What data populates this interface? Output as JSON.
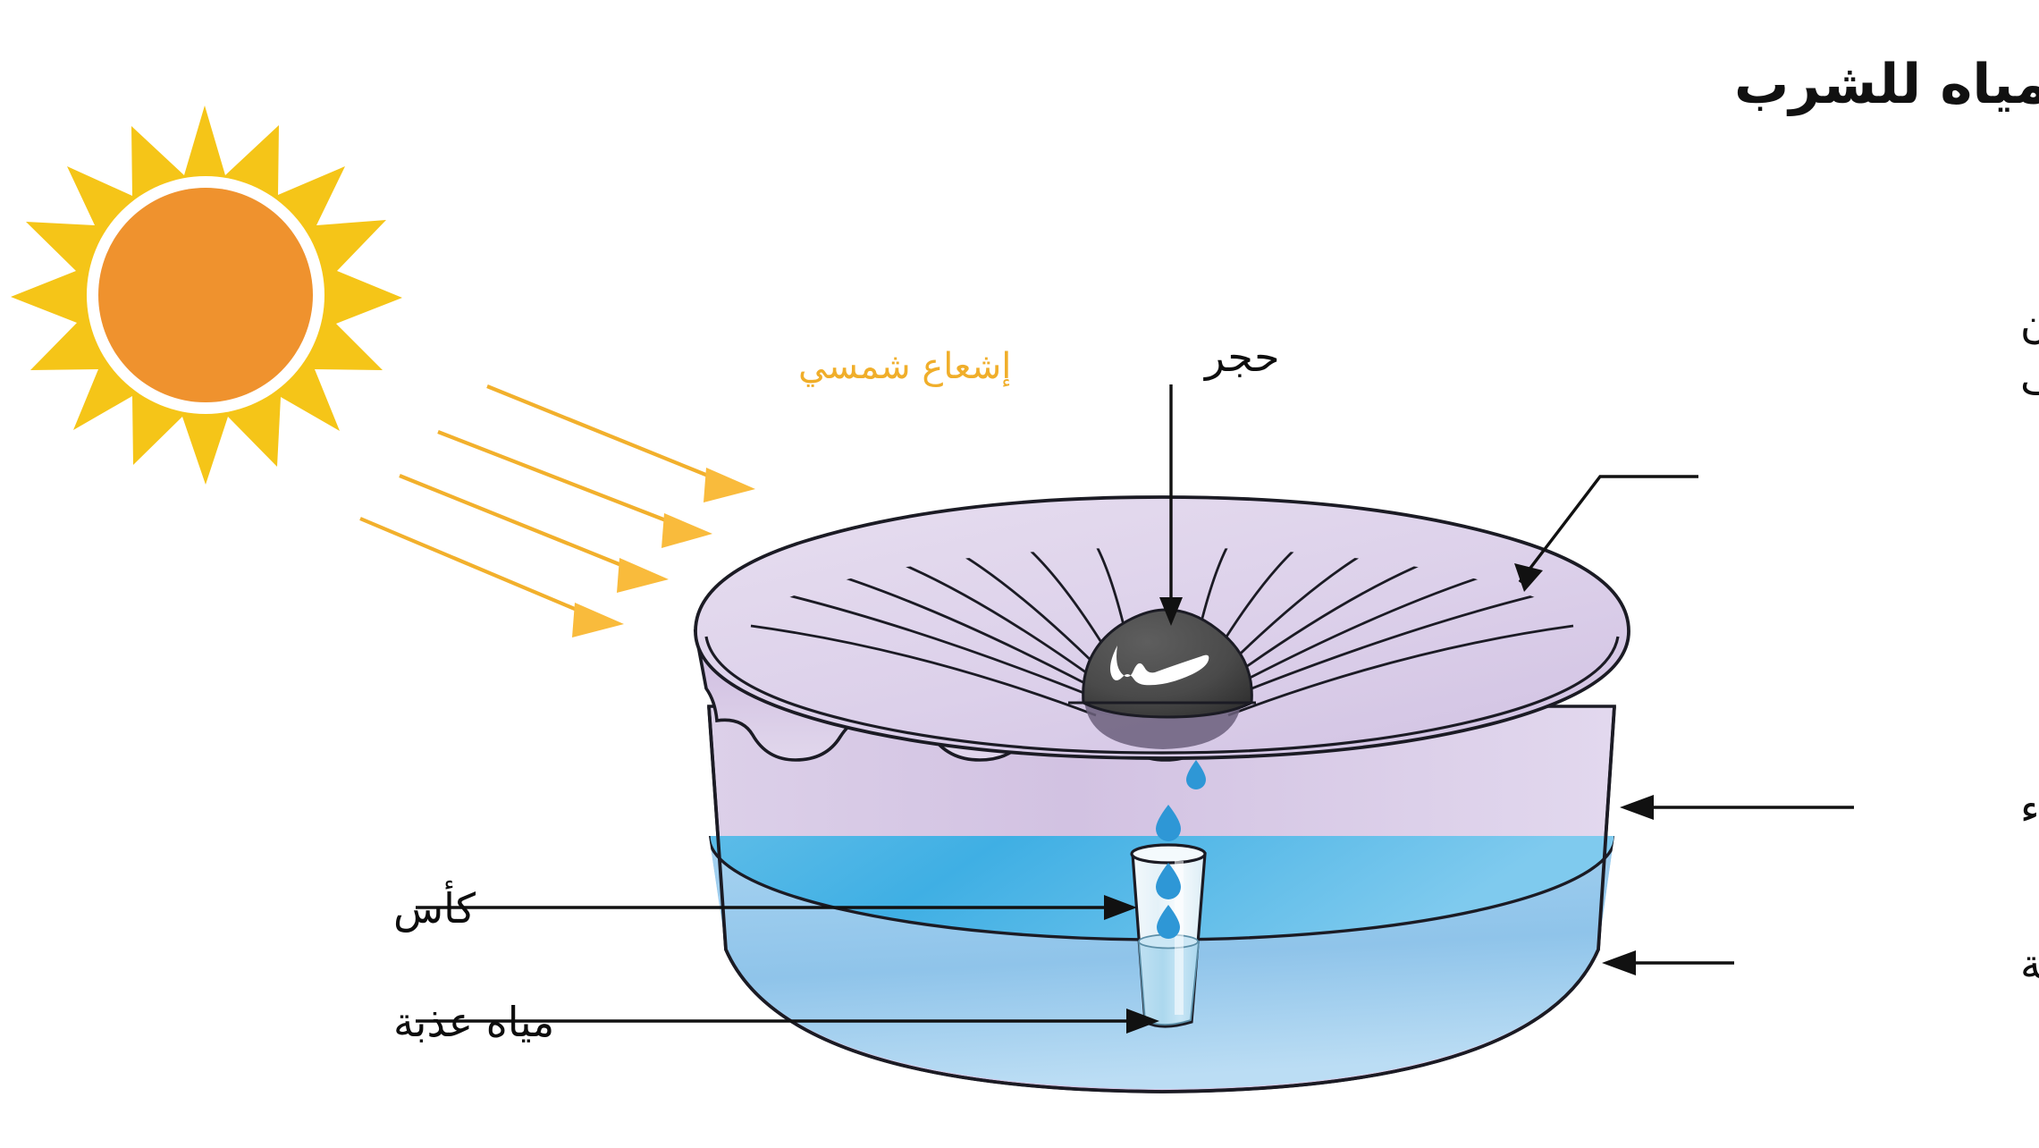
{
  "title": "التقطير- كيف تحول المياه المالحة إلى مياه للشرب",
  "labels": {
    "solar_radiation": "إشعاع شمسي",
    "stone": "حجر",
    "nylon_bag_line1": "كيس نايلون",
    "nylon_bag_line2": "شفاف",
    "vessel": "وعاء",
    "salt_water": "مياه مالحة",
    "cup": "كأس",
    "fresh_water": "مياه عذبة"
  },
  "colors": {
    "sun_rays": "#F5C518",
    "sun_disc": "#EF922E",
    "sun_ring": "#FFFFFF",
    "ray_arrow": "#F5B22D",
    "ray_label": "#F0AE2A",
    "plastic_sheet": "#DED3E8",
    "plastic_sheet_dark": "#C9B6DC",
    "vessel_body": "#D9CBE6",
    "salt_water_top": "#4FB3E4",
    "salt_water_body": "#9CC8EC",
    "stone": "#4A4A4A",
    "stone_highlight": "#FFFFFF",
    "droplet": "#2E97D6",
    "glass": "#EAF4FA",
    "glass_water": "#B5DCEF",
    "outline": "#1B1B24",
    "text": "#0D0D0D"
  },
  "figure": {
    "type": "labeled-science-diagram",
    "subject": "solar-still-distillation",
    "elements": [
      "sun",
      "solar-rays",
      "transparent-nylon-sheet",
      "stone",
      "vessel",
      "salt-water",
      "drinking-glass",
      "fresh-water",
      "condensation-droplets"
    ],
    "droplet_count": 3,
    "ray_count": 4,
    "sun_ray_points": 16
  }
}
